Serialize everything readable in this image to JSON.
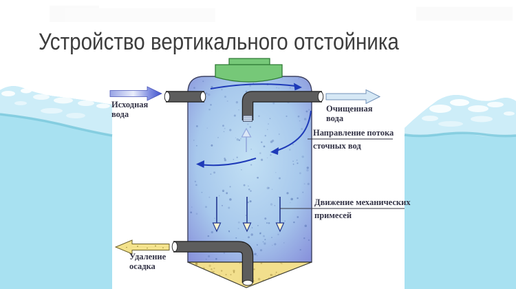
{
  "slide": {
    "title": "Устройство вертикального отстойника"
  },
  "diagram": {
    "labels": {
      "inlet": {
        "line1": "Исходная",
        "line2": "вода"
      },
      "outlet": {
        "line1": "Очищенная",
        "line2": "вода"
      },
      "flow_direction": {
        "line1": "Направление потока",
        "line2": "сточных вод"
      },
      "impurities": {
        "line1": "Движение механических",
        "line2": "примесей"
      },
      "sludge": {
        "line1": "Удаление",
        "line2": "осадка"
      }
    },
    "colors": {
      "tank_center": "#c2e0f4",
      "tank_mid": "#a7c8ec",
      "tank_edge": "#8287d8",
      "cap_green": "#76c878",
      "sediment_yellow": "#f2df8d",
      "pipe_gray": "#5d5d5d",
      "flow_arrow_blue": "#1e3ab8",
      "water_light": "#a8e1f1",
      "water_crest": "#cdedf8",
      "inlet_arrow_blue": "#4052cc",
      "outlet_arrow_light": "#d6e8f5",
      "sludge_arrow_yellow": "#f3e28c"
    }
  }
}
